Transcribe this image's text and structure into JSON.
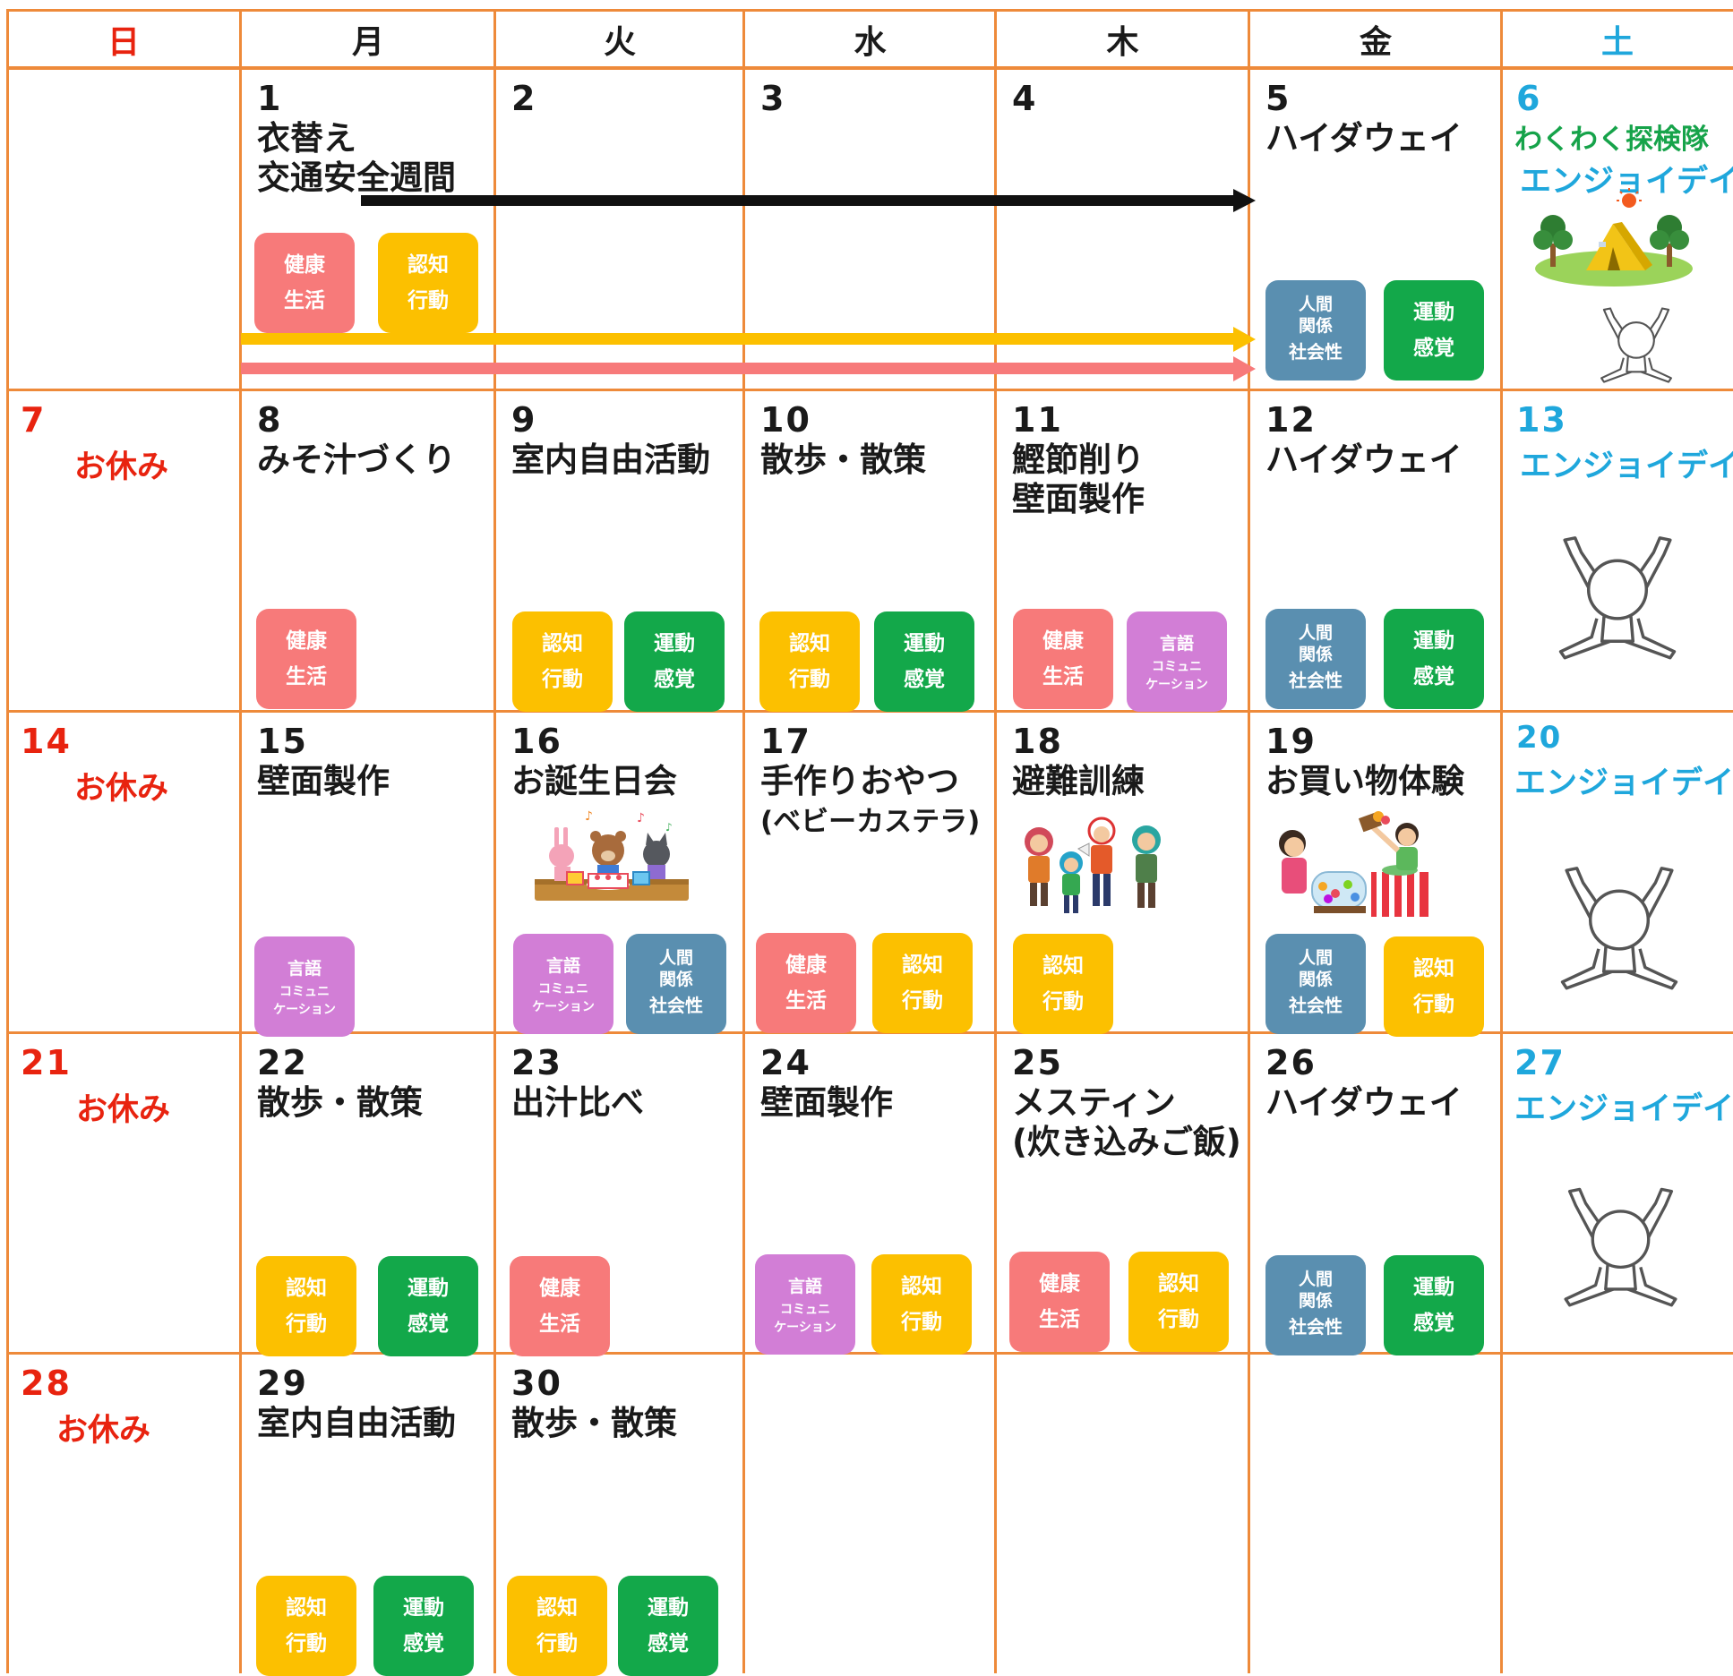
{
  "weekdays": [
    "日",
    "月",
    "火",
    "水",
    "木",
    "金",
    "土"
  ],
  "colors": {
    "grid": "#ee8a3a",
    "sunday": "#e8230f",
    "saturday": "#1fa7dc",
    "pink": "#f77a7a",
    "yellow": "#fcc000",
    "green": "#13a84a",
    "blue": "#5a8fb0",
    "purple": "#d27ed6"
  },
  "badges": {
    "health": [
      "健康",
      "生活"
    ],
    "cognition": [
      "認知",
      "行動"
    ],
    "motor": [
      "運動",
      "感覚"
    ],
    "human": [
      "人間",
      "関係",
      "社会性"
    ],
    "language": [
      "言語",
      "コミュニ",
      "ケーション"
    ]
  },
  "days": {
    "d1": {
      "num": "1",
      "line1": "衣替え",
      "line2": "交通安全週間"
    },
    "d2": {
      "num": "2"
    },
    "d3": {
      "num": "3"
    },
    "d4": {
      "num": "4"
    },
    "d5": {
      "num": "5",
      "line1": "ハイダウェイ"
    },
    "d6": {
      "num": "6",
      "line1": "わくわく探検隊",
      "line2": "エンジョイデイ"
    },
    "d7": {
      "num": "7",
      "off": "お休み"
    },
    "d8": {
      "num": "8",
      "line1": "みそ汁づくり"
    },
    "d9": {
      "num": "9",
      "line1": "室内自由活動"
    },
    "d10": {
      "num": "10",
      "line1": "散歩・散策"
    },
    "d11": {
      "num": "11",
      "line1": "鰹節削り",
      "line2": "壁面製作"
    },
    "d12": {
      "num": "12",
      "line1": "ハイダウェイ"
    },
    "d13": {
      "num": "13",
      "line1": "エンジョイデイ"
    },
    "d14": {
      "num": "14",
      "off": "お休み"
    },
    "d15": {
      "num": "15",
      "line1": "壁面製作"
    },
    "d16": {
      "num": "16",
      "line1": "お誕生日会"
    },
    "d17": {
      "num": "17",
      "line1": "手作りおやつ",
      "line2": "(ベビーカステラ)"
    },
    "d18": {
      "num": "18",
      "line1": "避難訓練"
    },
    "d19": {
      "num": "19",
      "line1": "お買い物体験"
    },
    "d20": {
      "num": "20",
      "line1": "エンジョイデイ"
    },
    "d21": {
      "num": "21",
      "off": "お休み"
    },
    "d22": {
      "num": "22",
      "line1": "散歩・散策"
    },
    "d23": {
      "num": "23",
      "line1": "出汁比べ"
    },
    "d24": {
      "num": "24",
      "line1": "壁面製作"
    },
    "d25": {
      "num": "25",
      "line1": "メスティン",
      "line2": "(炊き込みご飯)"
    },
    "d26": {
      "num": "26",
      "line1": "ハイダウェイ"
    },
    "d27": {
      "num": "27",
      "line1": "エンジョイデイ"
    },
    "d28": {
      "num": "28",
      "off": "お休み"
    },
    "d29": {
      "num": "29",
      "line1": "室内自由活動"
    },
    "d30": {
      "num": "30",
      "line1": "散歩・散策"
    }
  }
}
